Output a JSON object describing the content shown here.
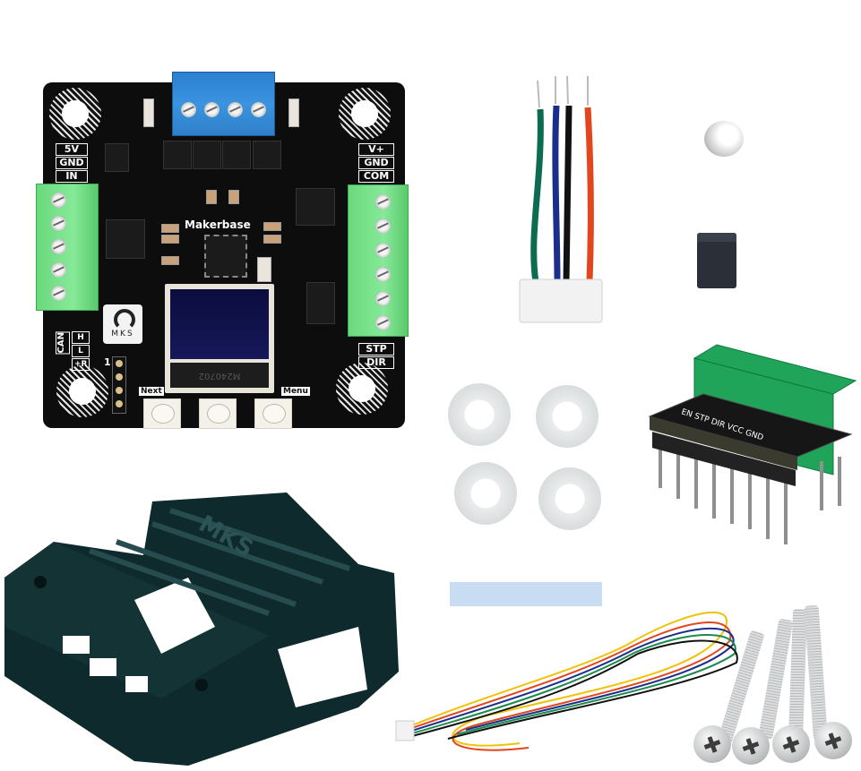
{
  "scene": {
    "description": "MKS closed-loop stepper driver kit product photo",
    "background": "#ffffff"
  },
  "pcb": {
    "brand": "Makerbase",
    "logo_text": "MKS",
    "oled_marking": "M240702",
    "left_terminal_labels": [
      "5V",
      "GND",
      "IN"
    ],
    "right_terminal_labels": [
      "V+",
      "GND",
      "COM"
    ],
    "right_bottom_labels": [
      "STP",
      "DIR"
    ],
    "can_label": "CAN",
    "can_pins": [
      "H",
      "L",
      "+R"
    ],
    "pin_header_marker": "1",
    "button_labels": {
      "left": "Next",
      "right": "Menu"
    },
    "colors": {
      "board": "#0d0d0d",
      "terminal_green": "#7de38f",
      "terminal_blue": "#3a8fdc",
      "oled": "#12145a"
    }
  },
  "items": [
    {
      "name": "4-wire motor cable with connector",
      "wire_colors": [
        "#0d6b4f",
        "#1a2f8c",
        "#111111",
        "#e2461c"
      ]
    },
    {
      "name": "magnet",
      "color": "#d8d8d8"
    },
    {
      "name": "jumper cap",
      "color": "#2b3038"
    },
    {
      "name": "adapter board",
      "pin_labels": [
        "EN",
        "STP",
        "DIR",
        "VCC",
        "GND"
      ],
      "connector_color": "#1fa45a"
    },
    {
      "name": "nylon washers",
      "count": 4
    },
    {
      "name": "housing",
      "logo_text": "MKS",
      "color": "#0f2a2c"
    },
    {
      "name": "thermal pad",
      "color": "#c8dcf4"
    },
    {
      "name": "multi-wire cable",
      "wire_colors": [
        "#f0c20a",
        "#e2461c",
        "#1a2f8c",
        "#1c8a4a",
        "#111111",
        "#ffffff"
      ]
    },
    {
      "name": "long screws",
      "count": 4
    }
  ]
}
